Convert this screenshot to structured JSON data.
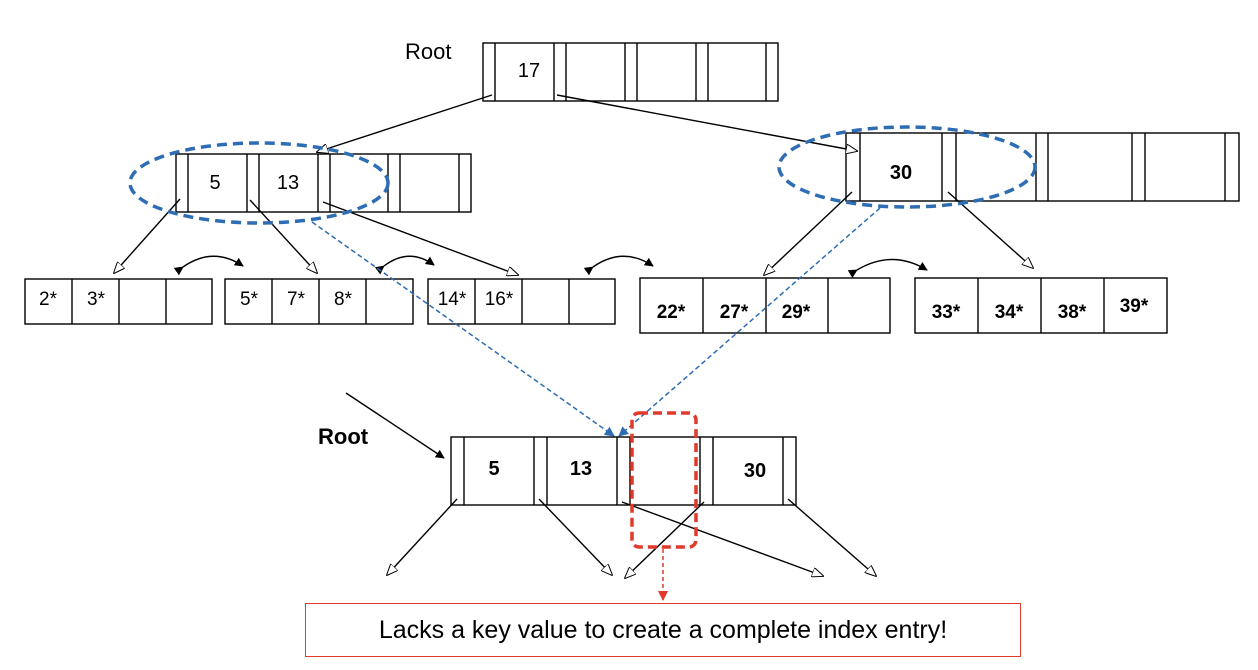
{
  "labels": {
    "root_top": "Root",
    "root_bottom": "Root"
  },
  "root": {
    "keys": [
      "17",
      "",
      "",
      ""
    ]
  },
  "left_inner": {
    "keys": [
      "5",
      "13",
      "",
      ""
    ]
  },
  "right_inner": {
    "keys": [
      "30",
      "",
      "",
      ""
    ]
  },
  "leaves": [
    {
      "entries": [
        "2*",
        "3*",
        "",
        ""
      ]
    },
    {
      "entries": [
        "5*",
        "7*",
        "8*",
        ""
      ]
    },
    {
      "entries": [
        "14*",
        "16*",
        "",
        ""
      ]
    },
    {
      "entries": [
        "22*",
        "27*",
        "29*",
        ""
      ]
    },
    {
      "entries": [
        "33*",
        "34*",
        "38*",
        "39*"
      ]
    }
  ],
  "new_root": {
    "keys": [
      "5",
      "13",
      "",
      "30"
    ]
  },
  "note": "Lacks a key value to create a complete index entry!",
  "colors": {
    "merge_highlight": "#2e6db4",
    "problem_highlight": "#e03a2c",
    "stroke": "#000000"
  }
}
